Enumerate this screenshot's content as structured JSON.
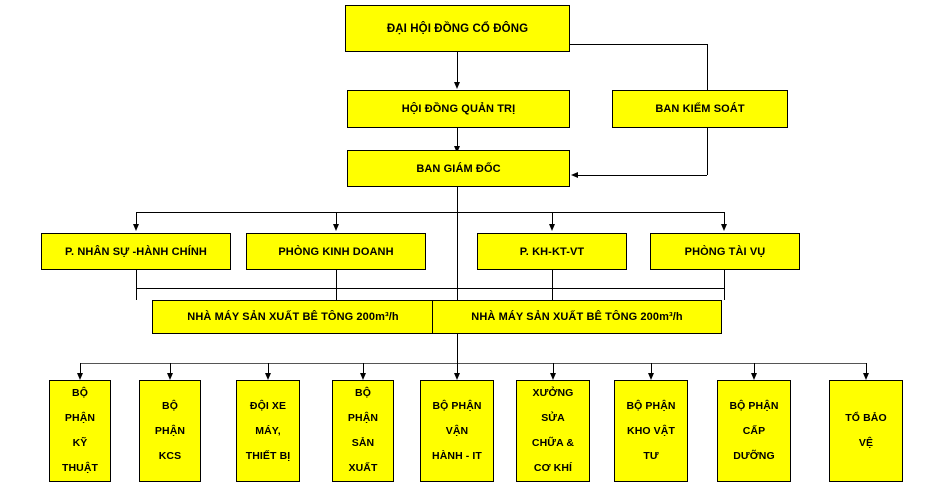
{
  "diagram": {
    "title": "Sơ đồ tổ chức",
    "type": "org-chart",
    "colors": {
      "node_fill": "#ffff00",
      "node_border": "#000000",
      "connector": "#000000",
      "connector_grey": "#555555",
      "background": "#ffffff",
      "text": "#000000"
    }
  },
  "levels": {
    "shareholders": {
      "label": "ĐẠI HỘI ĐỒNG CỔ ĐÔNG"
    },
    "board": {
      "label": "HỘI ĐỒNG QUẢN TRỊ"
    },
    "supervisory": {
      "label": "BAN KIỂM SOÁT"
    },
    "management": {
      "label": "BAN GIÁM ĐỐC"
    }
  },
  "departments": [
    {
      "label": "P. NHÂN SỰ -HÀNH CHÍNH"
    },
    {
      "label": "PHÒNG KINH DOANH"
    },
    {
      "label": "P. KH-KT-VT"
    },
    {
      "label": "PHÒNG TÀI VỤ"
    }
  ],
  "plants": [
    {
      "label": "NHÀ MÁY SẢN XUẤT BÊ TÔNG 200m³/h"
    },
    {
      "label": "NHÀ MÁY SẢN XUẤT BÊ TÔNG 200m³/h"
    }
  ],
  "units": [
    {
      "label": "BỘ\nPHẬN\nKỸ\nTHUẬT"
    },
    {
      "label": "BỘ\nPHẬN\nKCS"
    },
    {
      "label": "ĐỘI XE\nMÁY,\nTHIẾT BỊ"
    },
    {
      "label": "BỘ\nPHẬN\nSẢN\nXUẤT"
    },
    {
      "label": "BỘ PHẬN\nVẬN\nHÀNH - IT"
    },
    {
      "label": "XƯỞNG\nSỬA\nCHỮA &\nCƠ KHÍ"
    },
    {
      "label": "BỘ PHẬN\nKHO VẬT\nTƯ"
    },
    {
      "label": "BỘ PHẬN\nCẤP\nDƯỠNG"
    },
    {
      "label": "TỔ BẢO\nVỆ"
    }
  ]
}
